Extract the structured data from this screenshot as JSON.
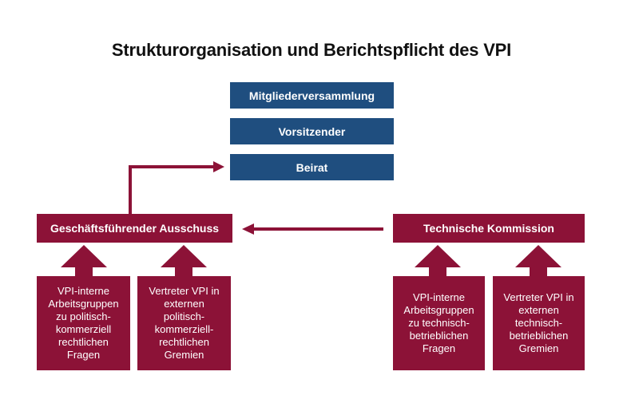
{
  "title": "Strukturorganisation und Berichtspflicht des VPI",
  "colors": {
    "blue": "#1f4e7f",
    "red": "#8c1237"
  },
  "top_stack": [
    "Mitgliederversammlung",
    "Vorsitzender",
    "Beirat"
  ],
  "left": {
    "header": "Geschäftsführender Ausschuss",
    "leaf1": [
      "VPI-interne",
      "Arbeitsgruppen",
      "zu politisch-",
      "kommerziell",
      "rechtlichen",
      "Fragen"
    ],
    "leaf2": [
      "Vertreter VPI in",
      "externen",
      "politisch-",
      "kommerziell-",
      "rechtlichen",
      "Gremien"
    ]
  },
  "right": {
    "header": "Technische Kommission",
    "leaf1": [
      "VPI-interne",
      "Arbeitsgruppen",
      "zu technisch-",
      "betrieblichen",
      "Fragen"
    ],
    "leaf2": [
      "Vertreter VPI in",
      "externen",
      "technisch-",
      "betrieblichen",
      "Gremien"
    ]
  }
}
